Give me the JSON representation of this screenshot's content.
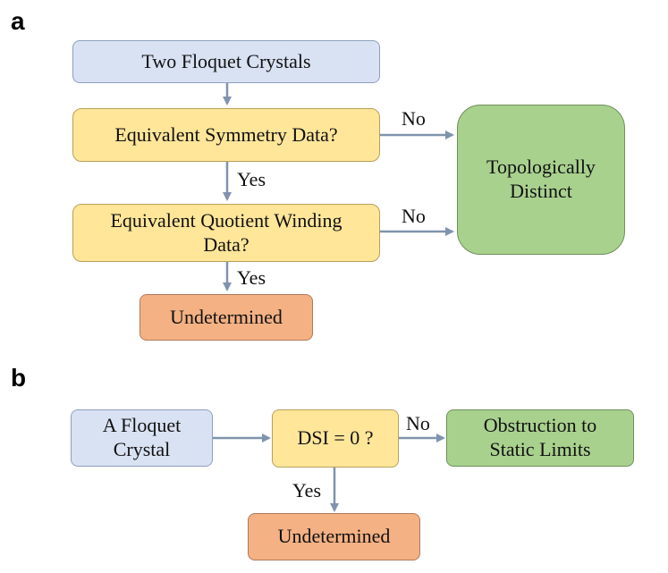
{
  "panel_a": {
    "letter": "a",
    "nodes": {
      "start": "Two Floquet Crystals",
      "q1": "Equivalent Symmetry Data?",
      "q2_line1": "Equivalent Quotient Winding",
      "q2_line2": "Data?",
      "result_distinct_line1": "Topologically",
      "result_distinct_line2": "Distinct",
      "result_undetermined": "Undetermined"
    },
    "edges": {
      "q1_no": "No",
      "q1_yes": "Yes",
      "q2_no": "No",
      "q2_yes": "Yes"
    }
  },
  "panel_b": {
    "letter": "b",
    "nodes": {
      "start_line1": "A Floquet",
      "start_line2": "Crystal",
      "q": "DSI = 0 ?",
      "result_obstruction_line1": "Obstruction to",
      "result_obstruction_line2": "Static Limits",
      "result_undetermined": "Undetermined"
    },
    "edges": {
      "q_no": "No",
      "q_yes": "Yes"
    }
  },
  "colors": {
    "start_fill": "#d9e2f3",
    "question_fill": "#ffe699",
    "positive_fill": "#a9d18e",
    "undetermined_fill": "#f4b183",
    "arrow": "#7f93ad"
  }
}
